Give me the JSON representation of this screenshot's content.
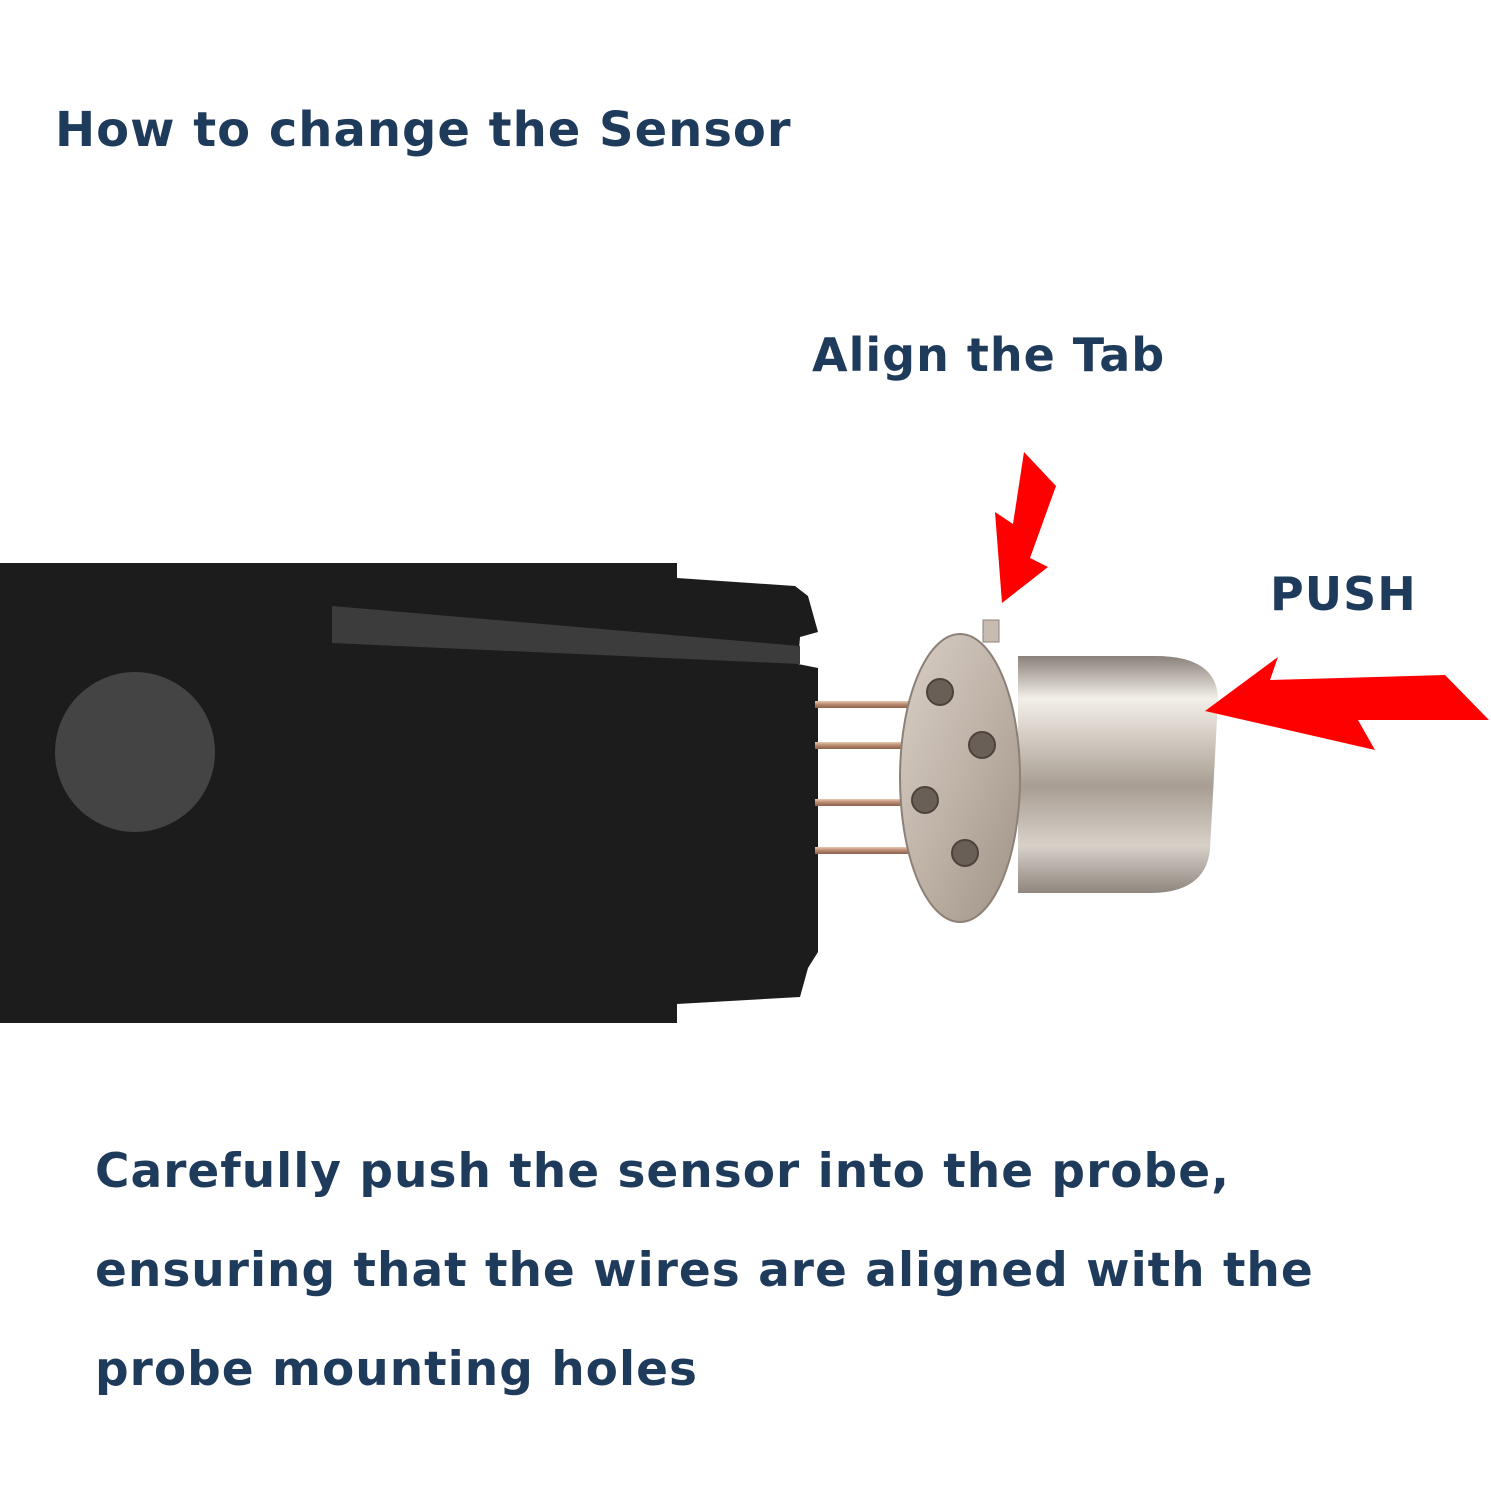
{
  "title": "How to change the Sensor",
  "labels": {
    "align_tab": "Align the Tab",
    "push": "PUSH"
  },
  "instructions": {
    "lines": [
      "Carefully push the sensor into the probe,",
      "ensuring that the wires are aligned with the",
      "probe mounting holes"
    ]
  },
  "colors": {
    "text": "#1f3b5c",
    "arrow": "#ff0000",
    "probe_body": "#1c1c1c",
    "sensor_metal": "#c9c1b8"
  }
}
